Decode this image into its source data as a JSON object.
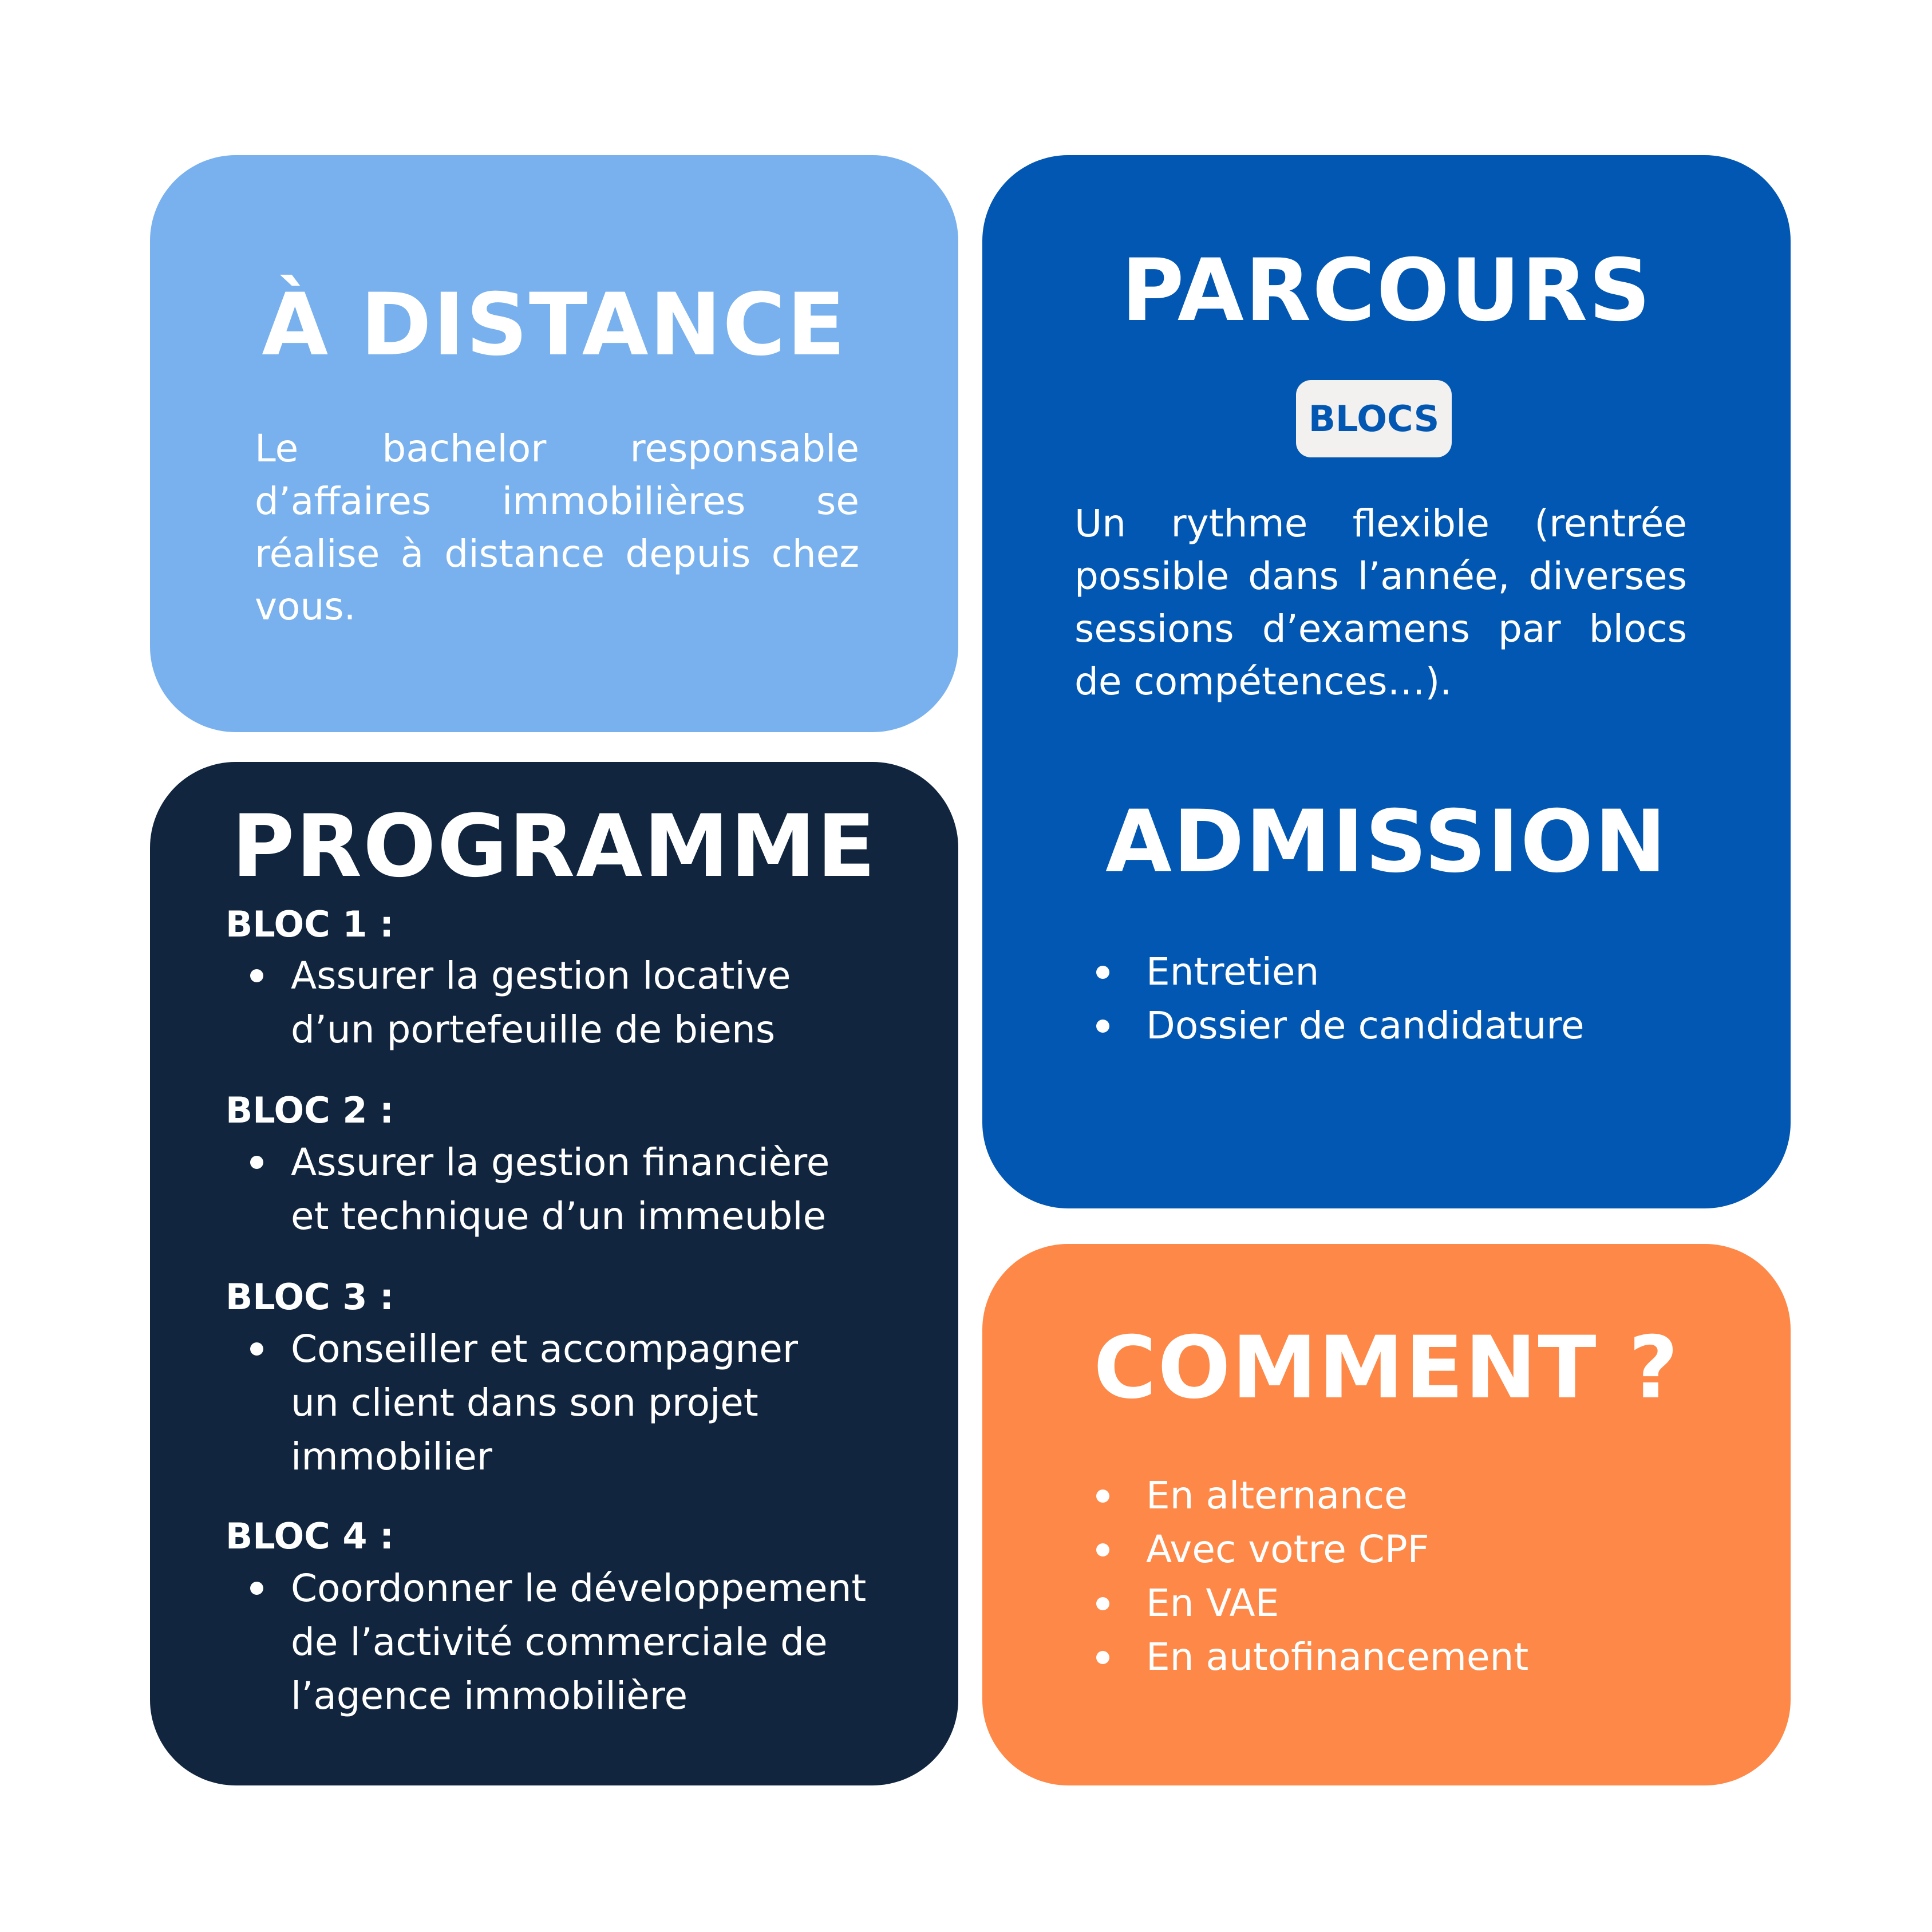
{
  "distance": {
    "title": "À DISTANCE",
    "text": "Le bachelor responsable d’affaires immobilières se réalise à distance depuis chez vous."
  },
  "parcours": {
    "title": "PARCOURS",
    "badge": "BLOCS",
    "text": "Un rythme flexible (rentrée possible dans l’année, diverses sessions d’examens par blocs de compétences…)."
  },
  "admission": {
    "title": "ADMISSION",
    "items": [
      "Entretien",
      "Dossier de candidature"
    ]
  },
  "programme": {
    "title": "PROGRAMME",
    "blocs": [
      {
        "label": "BLOC 1 :",
        "text": "Assurer la gestion locative\nd’un portefeuille de biens"
      },
      {
        "label": "BLOC 2 :",
        "text": "Assurer la gestion financière\net technique d’un immeuble"
      },
      {
        "label": "BLOC 3 :",
        "text": "Conseiller et accompagner\nun client dans son projet\nimmobilier"
      },
      {
        "label": "BLOC 4 :",
        "text": "Coordonner le développement\nde l’activité commerciale de\nl’agence immobilière"
      }
    ]
  },
  "comment": {
    "title": "COMMENT ?",
    "items": [
      "En alternance",
      "Avec votre CPF",
      "En VAE",
      "En autofinancement"
    ]
  },
  "colors": {
    "light_blue": "#78b1ee",
    "royal_blue": "#0257b2",
    "navy": "#11253e",
    "orange": "#fe8847",
    "badge_bg": "#f2f1ef"
  }
}
